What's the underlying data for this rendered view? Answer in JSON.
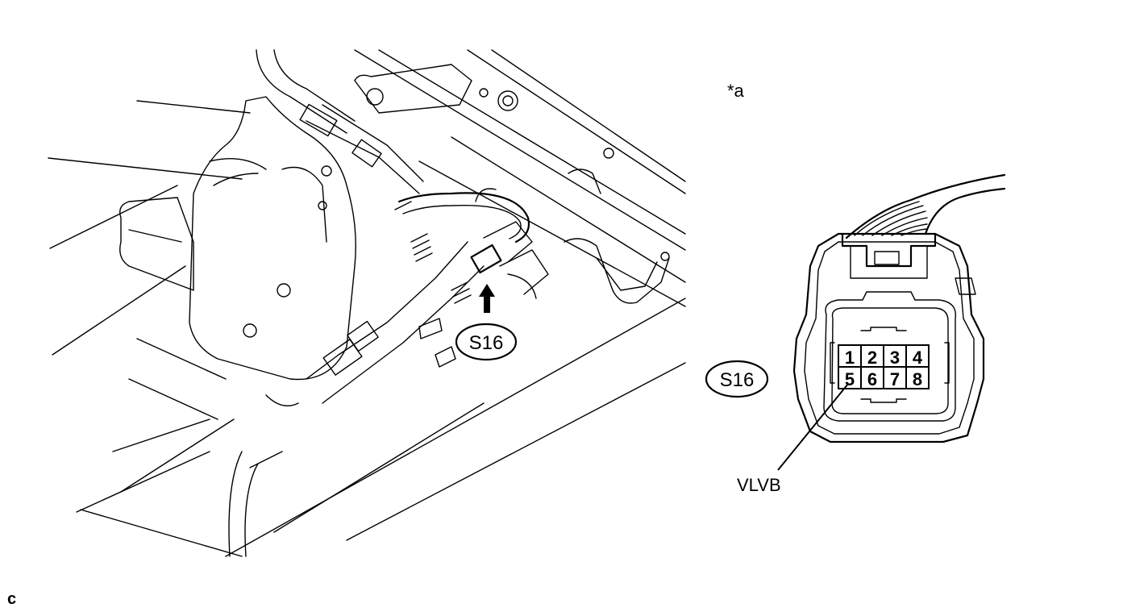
{
  "labels": {
    "callout_a": "*a",
    "connector_id_main": "S16",
    "connector_id_detail": "S16",
    "terminal_label": "VLVB",
    "corner_mark": "c"
  },
  "terminals": [
    "1",
    "2",
    "3",
    "4",
    "5",
    "6",
    "7",
    "8"
  ]
}
